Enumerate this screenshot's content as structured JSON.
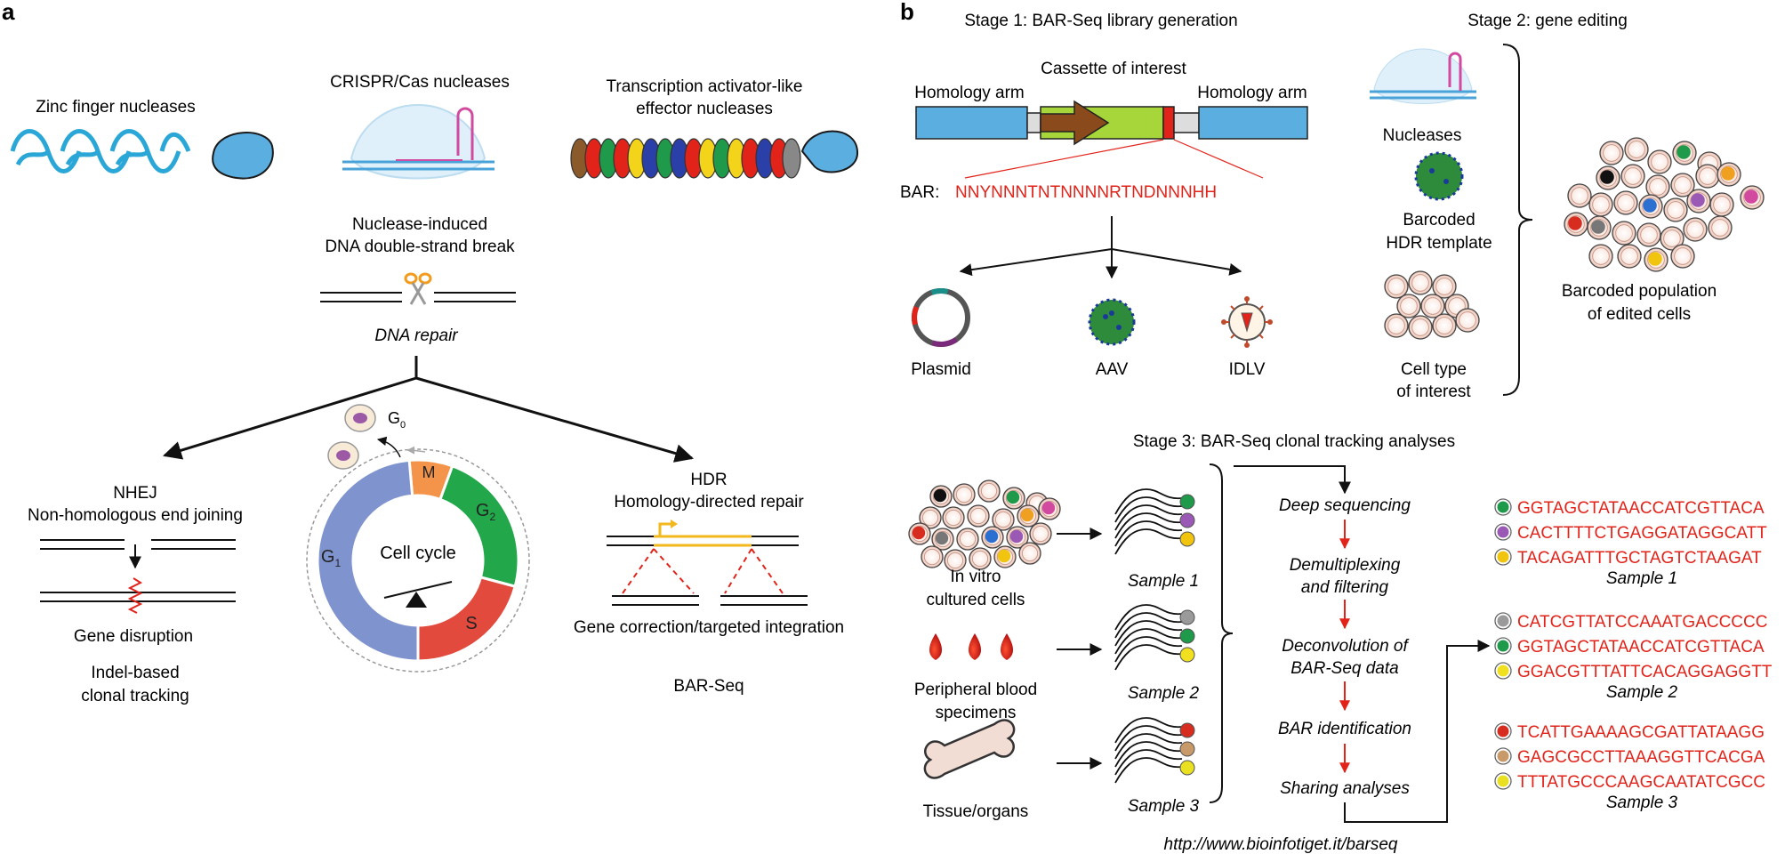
{
  "panel_a": {
    "label": "a",
    "nucleases": {
      "zfn": "Zinc finger nucleases",
      "crispr": "CRISPR/Cas nucleases",
      "talen_1": "Transcription activator-like",
      "talen_2": "effector nucleases"
    },
    "dsb_1": "Nuclease-induced",
    "dsb_2": "DNA double-strand break",
    "dna_repair": "DNA repair",
    "nhej_1": "NHEJ",
    "nhej_2": "Non-homologous end joining",
    "gene_disruption": "Gene disruption",
    "indel_1": "Indel-based",
    "indel_2": "clonal tracking",
    "cycle": {
      "title": "Cell cycle",
      "g0": "G",
      "g0_sub": "0",
      "g1": "G",
      "g1_sub": "1",
      "g2": "G",
      "g2_sub": "2",
      "s": "S",
      "m": "M"
    },
    "hdr_1": "HDR",
    "hdr_2": "Homology-directed repair",
    "gene_correction": "Gene correction/targeted integration",
    "barseq": "BAR-Seq"
  },
  "panel_b": {
    "label": "b",
    "stage1": "Stage 1: BAR-Seq library generation",
    "cassette": "Cassette of interest",
    "homology_left": "Homology arm",
    "homology_right": "Homology arm",
    "bar_label": "BAR:",
    "bar_seq": "NNYNNNTNTNNNNRTNDNNNHH",
    "vectors": [
      "Plasmid",
      "AAV",
      "IDLV"
    ],
    "stage2": "Stage 2: gene editing",
    "nucleases": "Nucleases",
    "barcoded_1": "Barcoded",
    "barcoded_2": "HDR template",
    "celltype_1": "Cell type",
    "celltype_2": "of interest",
    "population_1": "Barcoded population",
    "population_2": "of edited cells",
    "stage3": "Stage 3: BAR-Seq clonal tracking analyses",
    "sources": [
      {
        "line1": "In vitro",
        "line2": "cultured cells"
      },
      {
        "line1": "Peripheral blood",
        "line2": "specimens"
      },
      {
        "line1": "Tissue/organs",
        "line2": ""
      }
    ],
    "samples": [
      "Sample 1",
      "Sample 2",
      "Sample 3"
    ],
    "pipeline": [
      {
        "line1": "Deep sequencing",
        "line2": ""
      },
      {
        "line1": "Demultiplexing",
        "line2": "and filtering"
      },
      {
        "line1": "Deconvolution of",
        "line2": "BAR-Seq data"
      },
      {
        "line1": "BAR identification",
        "line2": ""
      },
      {
        "line1": "Sharing analyses",
        "line2": ""
      }
    ],
    "url": "http://www.bioinfotiget.it/barseq",
    "results": [
      {
        "sample": "Sample 1",
        "seqs": [
          {
            "seq": "GGTAGCTATAACCATCGTTACA",
            "color": "#1e9a4a"
          },
          {
            "seq": "CACTTTTCTGAGGATAGGCATT",
            "color": "#9b59b6"
          },
          {
            "seq": "TACAGATTTGCTAGTCTAAGAT",
            "color": "#f1c40f"
          }
        ]
      },
      {
        "sample": "Sample 2",
        "seqs": [
          {
            "seq": "CATCGTTATCCAAATGACCCCC",
            "color": "#9a9a9a"
          },
          {
            "seq": "GGTAGCTATAACCATCGTTACA",
            "color": "#1e9a4a"
          },
          {
            "seq": "GGACGTTTATTCACAGGAGGTT",
            "color": "#f1e01f"
          }
        ]
      },
      {
        "sample": "Sample 3",
        "seqs": [
          {
            "seq": "TCATTGAAAAGCGATTATAAGG",
            "color": "#d62d20"
          },
          {
            "seq": "GAGCGCCTTAAAGGTTCACGA",
            "color": "#c89a6a"
          },
          {
            "seq": "TTTATGCCCAAGCAATATCGCC",
            "color": "#e8e020"
          }
        ]
      }
    ]
  },
  "colors": {
    "red": "#e2231a",
    "blue_box": "#5aaee0",
    "green_box": "#a6d63a",
    "brown_arrow": "#8b4a1b",
    "cycle_g1": "#7f93cf",
    "cycle_s": "#e24a3e",
    "cycle_g2": "#22a84a",
    "cycle_m": "#f3944a"
  }
}
